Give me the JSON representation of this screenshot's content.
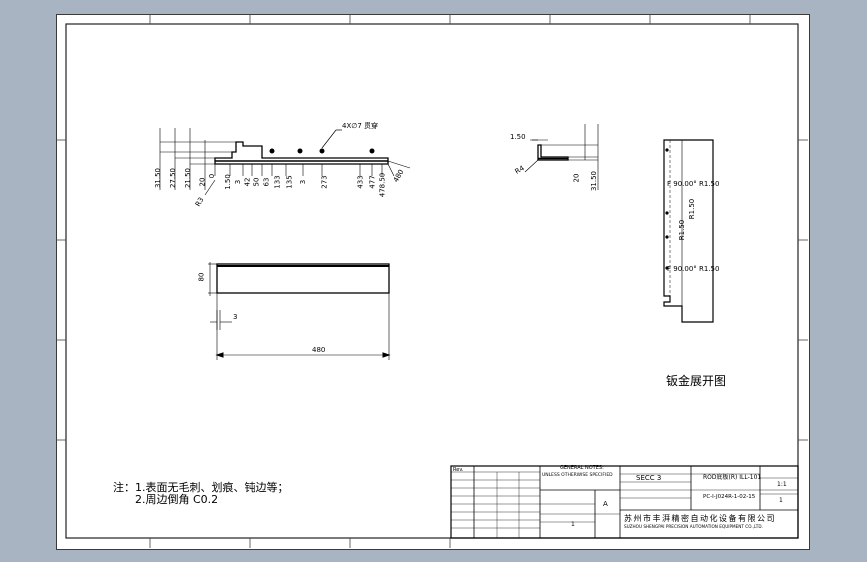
{
  "drawing": {
    "flat_pattern_title": "钣金展开图",
    "notes": {
      "line1": "注：1.表面无毛刺、划痕、钝边等；",
      "line2": "2.周边倒角 C0.2"
    },
    "view_front": {
      "hole_note": "4X∅7 贯穿",
      "dims_vertical": [
        "31.50",
        "27.50",
        "21.50",
        "20",
        "R3",
        "0"
      ],
      "dims_horizontal": [
        "1.50",
        "3",
        "42",
        "50",
        "63",
        "133",
        "135",
        "3",
        "273",
        "433",
        "477",
        "478.50",
        "480"
      ]
    },
    "view_side": {
      "dims": [
        "1.50",
        "R4",
        "20",
        "31.50"
      ]
    },
    "view_bottom": {
      "dims": [
        "80",
        "3",
        "480"
      ]
    },
    "view_flat": {
      "bend_labels": [
        "F 90.00° R1.50",
        "R1.50",
        "F 90.00° R1.50"
      ],
      "dims": [
        "R1.50"
      ]
    },
    "title_block": {
      "revision_head": "Rev.",
      "general_notes": "GENERAL NOTES:",
      "general_notes_text": "UNLESS OTHERWISE SPECIFIED",
      "scale": "1:1",
      "qty": "1",
      "material": "SECC 3",
      "part_name": "ROD底板(R) ILL-101",
      "part_no": "PC-I-J024R-1-02-15",
      "company_cn": "苏州市丰湃精密自动化设备有限公司",
      "company_en": "SUZHOU SHENGPAI PRECISION AUTOMATION EQUIPMENT CO.,LTD.",
      "sheet": "A",
      "page": "1"
    }
  }
}
